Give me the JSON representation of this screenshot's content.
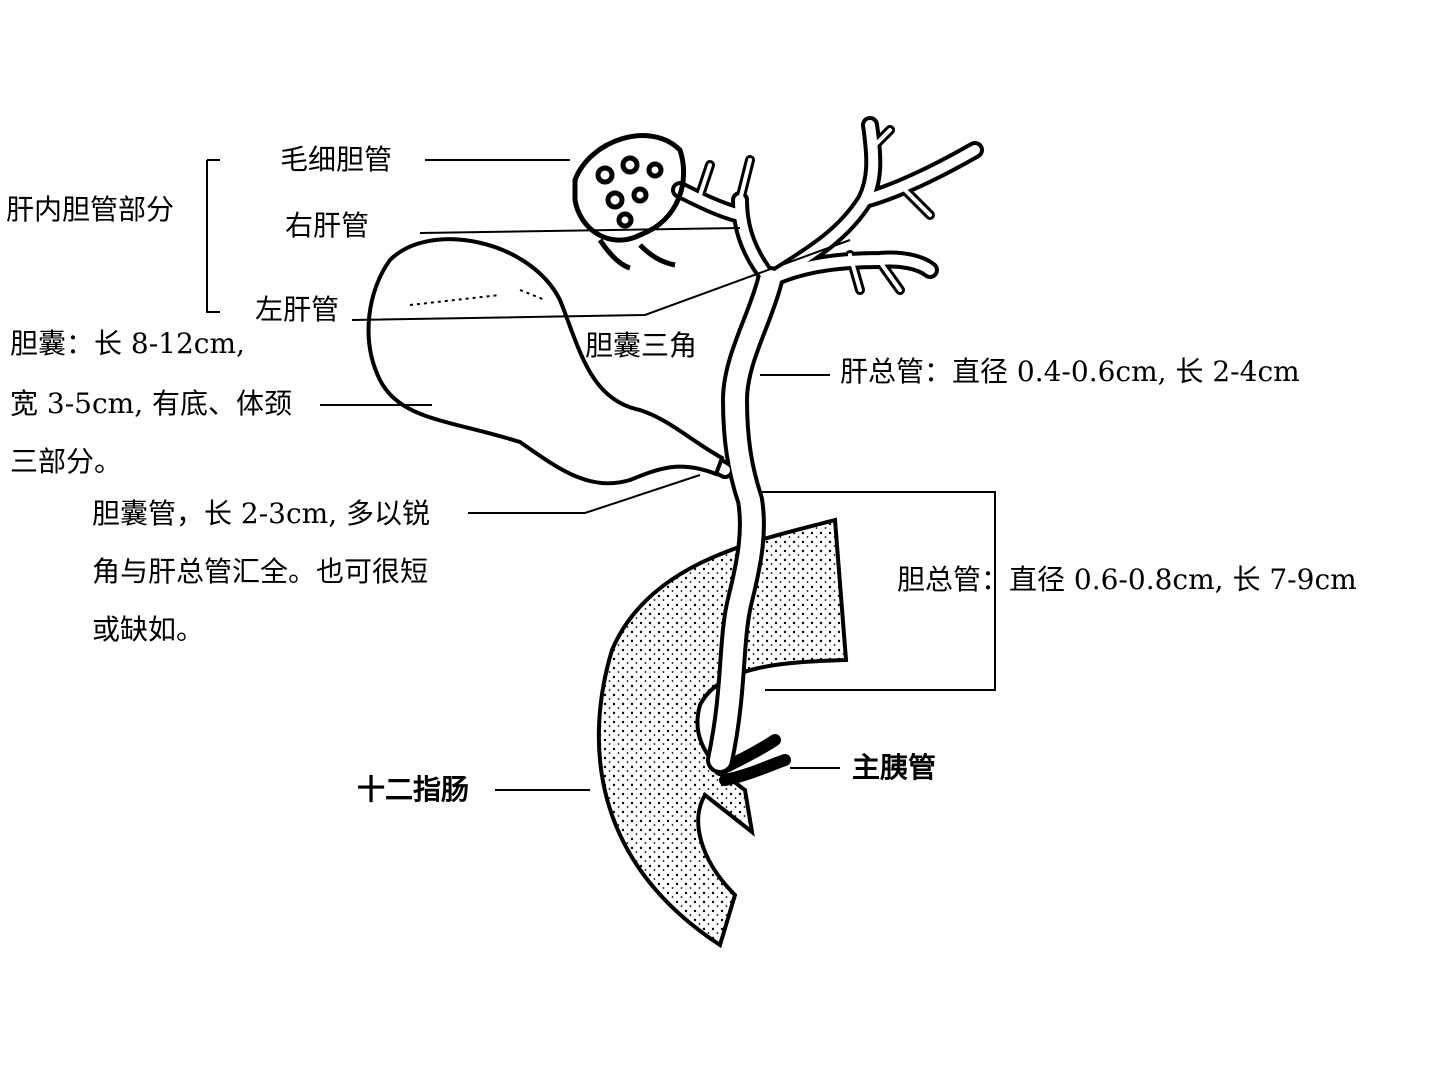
{
  "labels": {
    "capillary": "毛细胆管",
    "right_hepatic": "右肝管",
    "left_hepatic": "左肝管",
    "intrahepatic": "肝内胆管部分",
    "gallbladder_1": "胆囊：长 8-12cm,",
    "gallbladder_2": "宽 3-5cm, 有底、体颈",
    "gallbladder_3": "三部分。",
    "triangle": "胆囊三角",
    "common_hepatic": "肝总管：直径 0.4-0.6cm, 长 2-4cm",
    "cystic_1": "胆囊管，长 2-3cm, 多以锐",
    "cystic_2": "角与肝总管汇全。也可很短",
    "cystic_3": "或缺如。",
    "common_bile": "胆总管：直径 0.6-0.8cm, 长 7-9cm",
    "pancreatic": "主胰管",
    "duodenum": "十二指肠"
  }
}
